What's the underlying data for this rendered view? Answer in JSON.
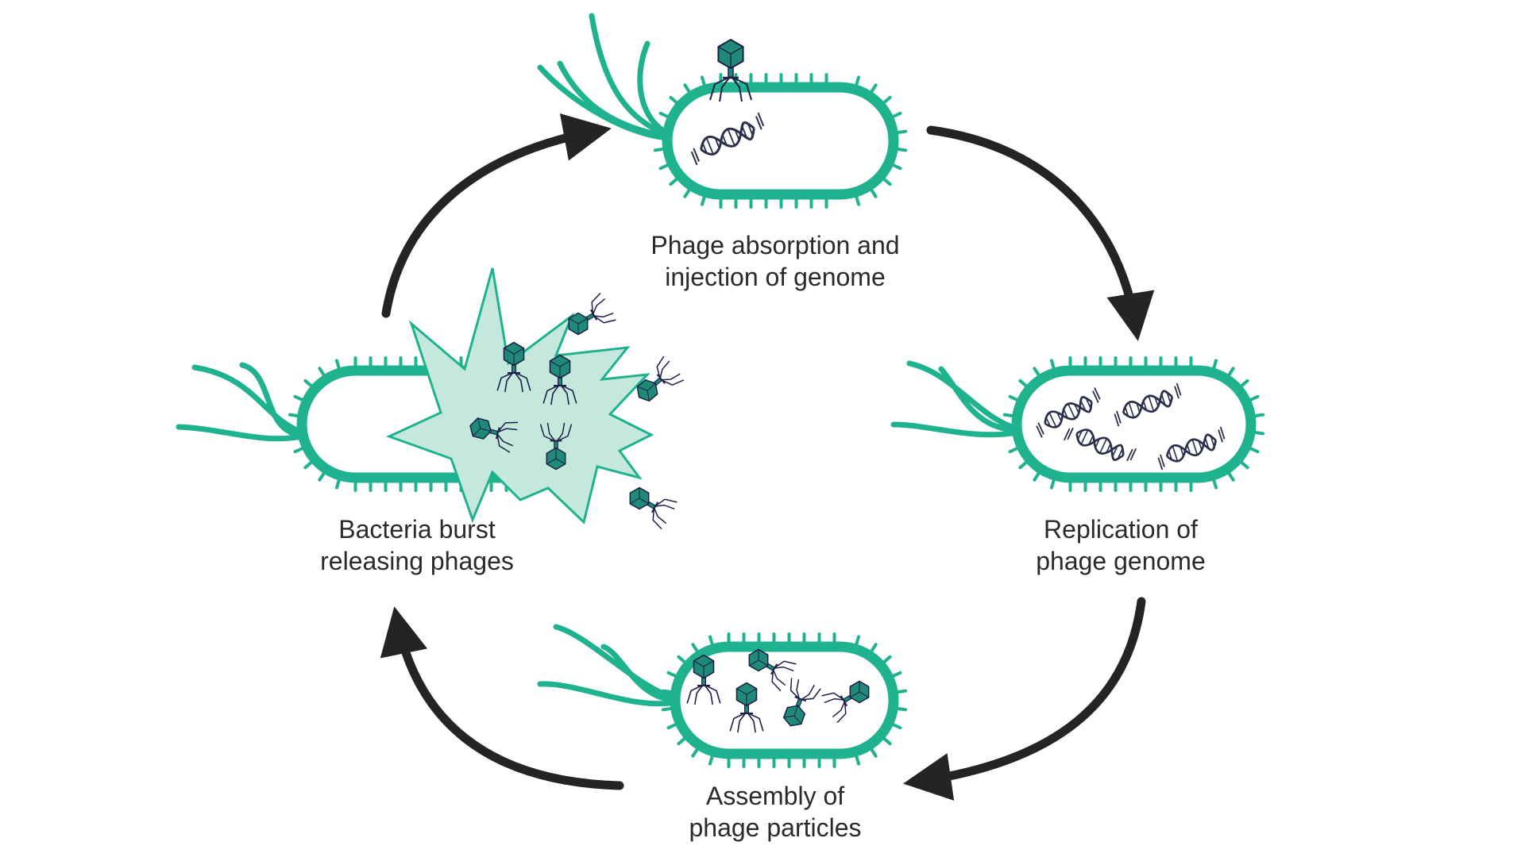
{
  "colors": {
    "bacteria_outline": "#1fb28f",
    "burst_fill": "#c5e8dc",
    "phage_head": "#1f8a78",
    "phage_line": "#1c2048",
    "dna": "#2a2f4a",
    "arrow": "#242424",
    "text": "#2a2a2a"
  },
  "stages": [
    {
      "id": "absorption",
      "lines": [
        "Phage absorption and",
        "injection of genome"
      ]
    },
    {
      "id": "replication",
      "lines": [
        "Replication of",
        "phage genome"
      ]
    },
    {
      "id": "assembly",
      "lines": [
        "Assembly of",
        "phage particles"
      ]
    },
    {
      "id": "burst",
      "lines": [
        "Bacteria burst",
        "releasing phages"
      ]
    }
  ],
  "icons": [
    "bacterium-icon",
    "bacteriophage-icon",
    "dna-helix-icon",
    "burst-icon",
    "cycle-arrow-icon"
  ]
}
